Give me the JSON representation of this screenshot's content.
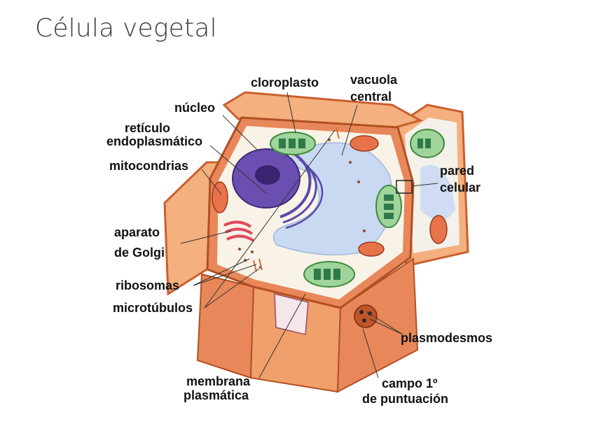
{
  "title": "Célula vegetal",
  "labels": {
    "cloroplasto": "cloroplasto",
    "vacuola_central_line1": "vacuola",
    "vacuola_central_line2": "central",
    "nucleo": "núcleo",
    "reticulo_line1": "retículo",
    "reticulo_line2": "endoplasmático",
    "mitocondrias": "mitocondrias",
    "pared_line1": "pared",
    "pared_line2": "celular",
    "golgi_line1": "aparato",
    "golgi_line2": "de Golgi",
    "ribosomas": "ribosomas",
    "microtubulos": "microtúbulos",
    "plasmodesmos": "plasmodesmos",
    "membrana_line1": "membrana",
    "membrana_line2": "plasmática",
    "campo_line1": "campo 1º",
    "campo_line2": "de puntuación"
  },
  "colors": {
    "cell_wall": "#e8875a",
    "cytoplasm": "#f8f3e6",
    "vacuole": "#c9d9f2",
    "nucleus": "#6a4fb0",
    "chloroplast": "#7cc07c",
    "mitochondria": "#e8734a",
    "golgi": "#e04a5a"
  }
}
